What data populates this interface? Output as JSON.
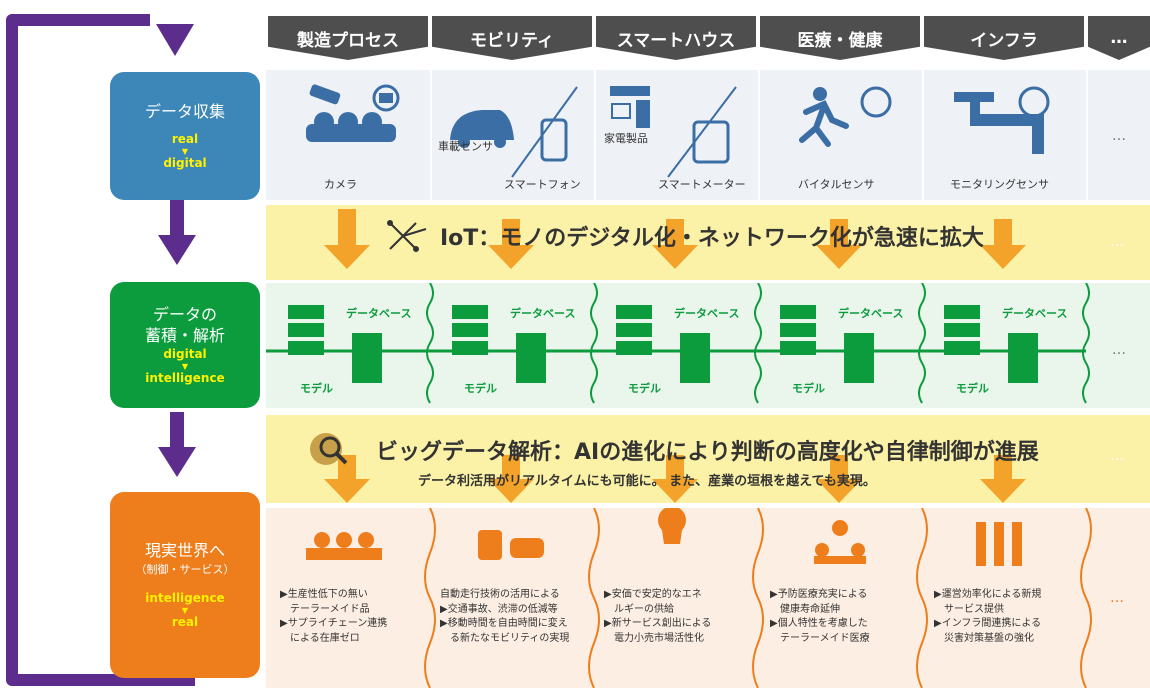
{
  "columns": [
    "製造プロセス",
    "モビリティ",
    "スマートハウス",
    "医療・健康",
    "インフラ",
    "…"
  ],
  "stages": {
    "collect": {
      "title": "データ収集",
      "from": "real",
      "to": "digital"
    },
    "analyze": {
      "title1": "データの",
      "title2": "蓄積・解析",
      "from": "digital",
      "to": "intelligence"
    },
    "real": {
      "title": "現実世界へ",
      "sub": "（制御・サービス）",
      "from": "intelligence",
      "to": "real"
    }
  },
  "sensors": {
    "camera": "カメラ",
    "car": "車載センサ",
    "phone": "スマートフォン",
    "appliance": "家電製品",
    "meter": "スマートメーター",
    "vital": "バイタルセンサ",
    "monitor": "モニタリングセンサ"
  },
  "db": {
    "database": "データベース",
    "model": "モデル"
  },
  "iot_band": "IoT：モノのデジタル化・ネットワーク化が急速に拡大",
  "bigdata_band": "ビッグデータ解析：AIの進化により判断の高度化や自律制御が進展",
  "bigdata_sub": "データ利活用がリアルタイムにも可能に。 また、産業の垣根を越えても実現。",
  "effects": [
    [
      "▶生産性低下の無い",
      "　テーラーメイド品",
      "▶サプライチェーン連携",
      "　による在庫ゼロ"
    ],
    [
      "自動走行技術の活用による",
      "▶交通事故、渋滞の低減等",
      "▶移動時間を自由時間に変え",
      "　る新たなモビリティの実現"
    ],
    [
      "▶安価で安定的なエネ",
      "　ルギーの供給",
      "▶新サービス創出による",
      "　電力小売市場活性化"
    ],
    [
      "▶予防医療充実による",
      "　健康寿命延伸",
      "▶個人特性を考慮した",
      "　テーラーメイド医療"
    ],
    [
      "▶運営効率化による新規",
      "　サービス提供",
      "▶インフラ間連携による",
      "　災害対策基盤の強化"
    ]
  ],
  "ellipsis": "…",
  "colors": {
    "collect": "#3c87b8",
    "analyze": "#0c9c3e",
    "real": "#ee7d1c",
    "arrow": "#5c2d8c",
    "orange": "#f4a32a",
    "band": "#fbf2a7"
  }
}
